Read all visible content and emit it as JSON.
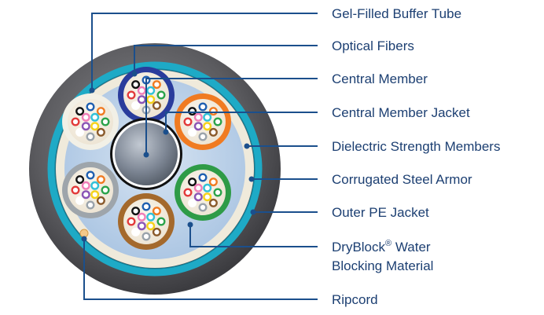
{
  "colors": {
    "outer_jacket": "#5b5b5f",
    "armor": "#1eaac6",
    "inner_core": "#a9c4e2",
    "leader": "#1b4f8c",
    "label_text": "#1c3f72",
    "central_member_jacket": "#111111",
    "central_member": "#6f7886"
  },
  "fiber_colors": [
    "#1f5fb0",
    "#f07b22",
    "#2aa34a",
    "#8a5a2b",
    "#9aa3ab",
    "#ffffff",
    "#e23a3a",
    "#111111",
    "#f5d21b",
    "#8a55b5",
    "#f07fb8",
    "#33c1d8"
  ],
  "buffer_tubes": [
    {
      "name": "blue",
      "color": "#2a3c9c"
    },
    {
      "name": "orange",
      "color": "#f07b22"
    },
    {
      "name": "green",
      "color": "#2e9b47"
    },
    {
      "name": "brown",
      "color": "#a4692c"
    },
    {
      "name": "gray",
      "color": "#9ea5ab"
    },
    {
      "name": "white",
      "color": "#f2f0e6"
    }
  ],
  "labels": {
    "gel_filled_buffer_tube": "Gel-Filled Buffer Tube",
    "optical_fibers": "Optical Fibers",
    "central_member": "Central Member",
    "central_member_jacket": "Central Member Jacket",
    "dielectric_strength_members": "Dielectric Strength Members",
    "corrugated_steel_armor": "Corrugated Steel Armor",
    "outer_pe_jacket": "Outer PE Jacket",
    "dryblock_line1": "DryBlock",
    "dryblock_reg": "®",
    "dryblock_line1_rest": " Water",
    "dryblock_line2": "Blocking Material",
    "ripcord": "Ripcord"
  }
}
